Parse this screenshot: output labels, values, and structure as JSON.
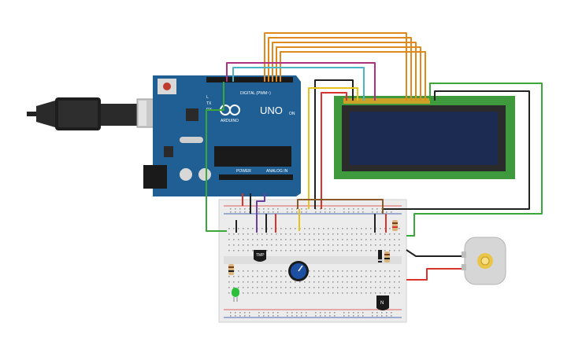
{
  "arduino": {
    "digital_label": "DIGITAL (PWM~)",
    "uno_label": "UNO",
    "brand_label": "ARDUINO",
    "power_label": "POWER",
    "analog_label": "ANALOG IN",
    "on_label": "ON",
    "tx_label": "TX",
    "rx_label": "RX",
    "l_label": "L"
  },
  "parts": {
    "temp_sensor_label": "TMP",
    "transistor_label": "N"
  },
  "colors": {
    "board": "#1f5f94",
    "lcd_pcb": "#3f9a3e",
    "lcd_screen": "#1c2b52",
    "breadboard": "#ececec",
    "wire_orange": "#e08a1e",
    "wire_green": "#3aa838",
    "wire_black": "#222222",
    "wire_red": "#d8342c",
    "wire_yellow": "#e6c21a",
    "wire_magenta": "#b0317f",
    "wire_cyan": "#4bb3c4",
    "wire_brown": "#8a5a2b",
    "wire_purple": "#6a3fa0",
    "pot_blue": "#1d4fa3",
    "led_green": "#2bbf3a"
  },
  "icons": [
    "usb-cable-icon",
    "arduino-logo-icon",
    "motor-icon",
    "potentiometer-icon",
    "led-icon",
    "resistor-icon"
  ]
}
